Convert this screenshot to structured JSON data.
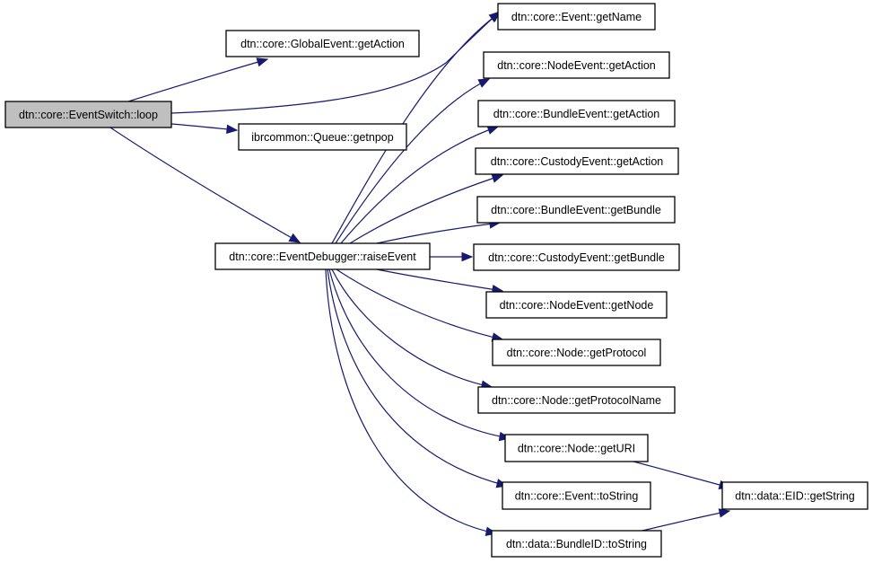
{
  "diagram": {
    "type": "call-graph",
    "colors": {
      "edge": "#191970",
      "root_fill": "#bfbfbf",
      "node_fill": "#ffffff",
      "node_border": "#000000"
    },
    "nodes": [
      {
        "id": "loop",
        "label": "dtn::core::EventSwitch::loop",
        "root": true
      },
      {
        "id": "globalevent_getaction",
        "label": "dtn::core::GlobalEvent::getAction"
      },
      {
        "id": "queue_getnpop",
        "label": "ibrcommon::Queue::getnpop"
      },
      {
        "id": "raiseevent",
        "label": "dtn::core::EventDebugger::raiseEvent"
      },
      {
        "id": "event_getname",
        "label": "dtn::core::Event::getName"
      },
      {
        "id": "nodeevent_getaction",
        "label": "dtn::core::NodeEvent::getAction"
      },
      {
        "id": "bundleevent_getaction",
        "label": "dtn::core::BundleEvent::getAction"
      },
      {
        "id": "custodyevent_getaction",
        "label": "dtn::core::CustodyEvent::getAction"
      },
      {
        "id": "bundleevent_getbundle",
        "label": "dtn::core::BundleEvent::getBundle"
      },
      {
        "id": "custodyevent_getbundle",
        "label": "dtn::core::CustodyEvent::getBundle"
      },
      {
        "id": "nodeevent_getnode",
        "label": "dtn::core::NodeEvent::getNode"
      },
      {
        "id": "node_getprotocol",
        "label": "dtn::core::Node::getProtocol"
      },
      {
        "id": "node_getprotocolname",
        "label": "dtn::core::Node::getProtocolName"
      },
      {
        "id": "node_geturi",
        "label": "dtn::core::Node::getURI"
      },
      {
        "id": "event_tostring",
        "label": "dtn::core::Event::toString"
      },
      {
        "id": "bundleid_tostring",
        "label": "dtn::data::BundleID::toString"
      },
      {
        "id": "eid_getstring",
        "label": "dtn::data::EID::getString"
      }
    ],
    "edges": [
      {
        "from": "loop",
        "to": "globalevent_getaction"
      },
      {
        "from": "loop",
        "to": "event_getname"
      },
      {
        "from": "loop",
        "to": "queue_getnpop"
      },
      {
        "from": "loop",
        "to": "raiseevent"
      },
      {
        "from": "raiseevent",
        "to": "event_getname"
      },
      {
        "from": "raiseevent",
        "to": "nodeevent_getaction"
      },
      {
        "from": "raiseevent",
        "to": "bundleevent_getaction"
      },
      {
        "from": "raiseevent",
        "to": "custodyevent_getaction"
      },
      {
        "from": "raiseevent",
        "to": "bundleevent_getbundle"
      },
      {
        "from": "raiseevent",
        "to": "custodyevent_getbundle"
      },
      {
        "from": "raiseevent",
        "to": "nodeevent_getnode"
      },
      {
        "from": "raiseevent",
        "to": "node_getprotocol"
      },
      {
        "from": "raiseevent",
        "to": "node_getprotocolname"
      },
      {
        "from": "raiseevent",
        "to": "node_geturi"
      },
      {
        "from": "raiseevent",
        "to": "event_tostring"
      },
      {
        "from": "raiseevent",
        "to": "bundleid_tostring"
      },
      {
        "from": "node_geturi",
        "to": "eid_getstring"
      },
      {
        "from": "bundleid_tostring",
        "to": "eid_getstring"
      }
    ]
  }
}
